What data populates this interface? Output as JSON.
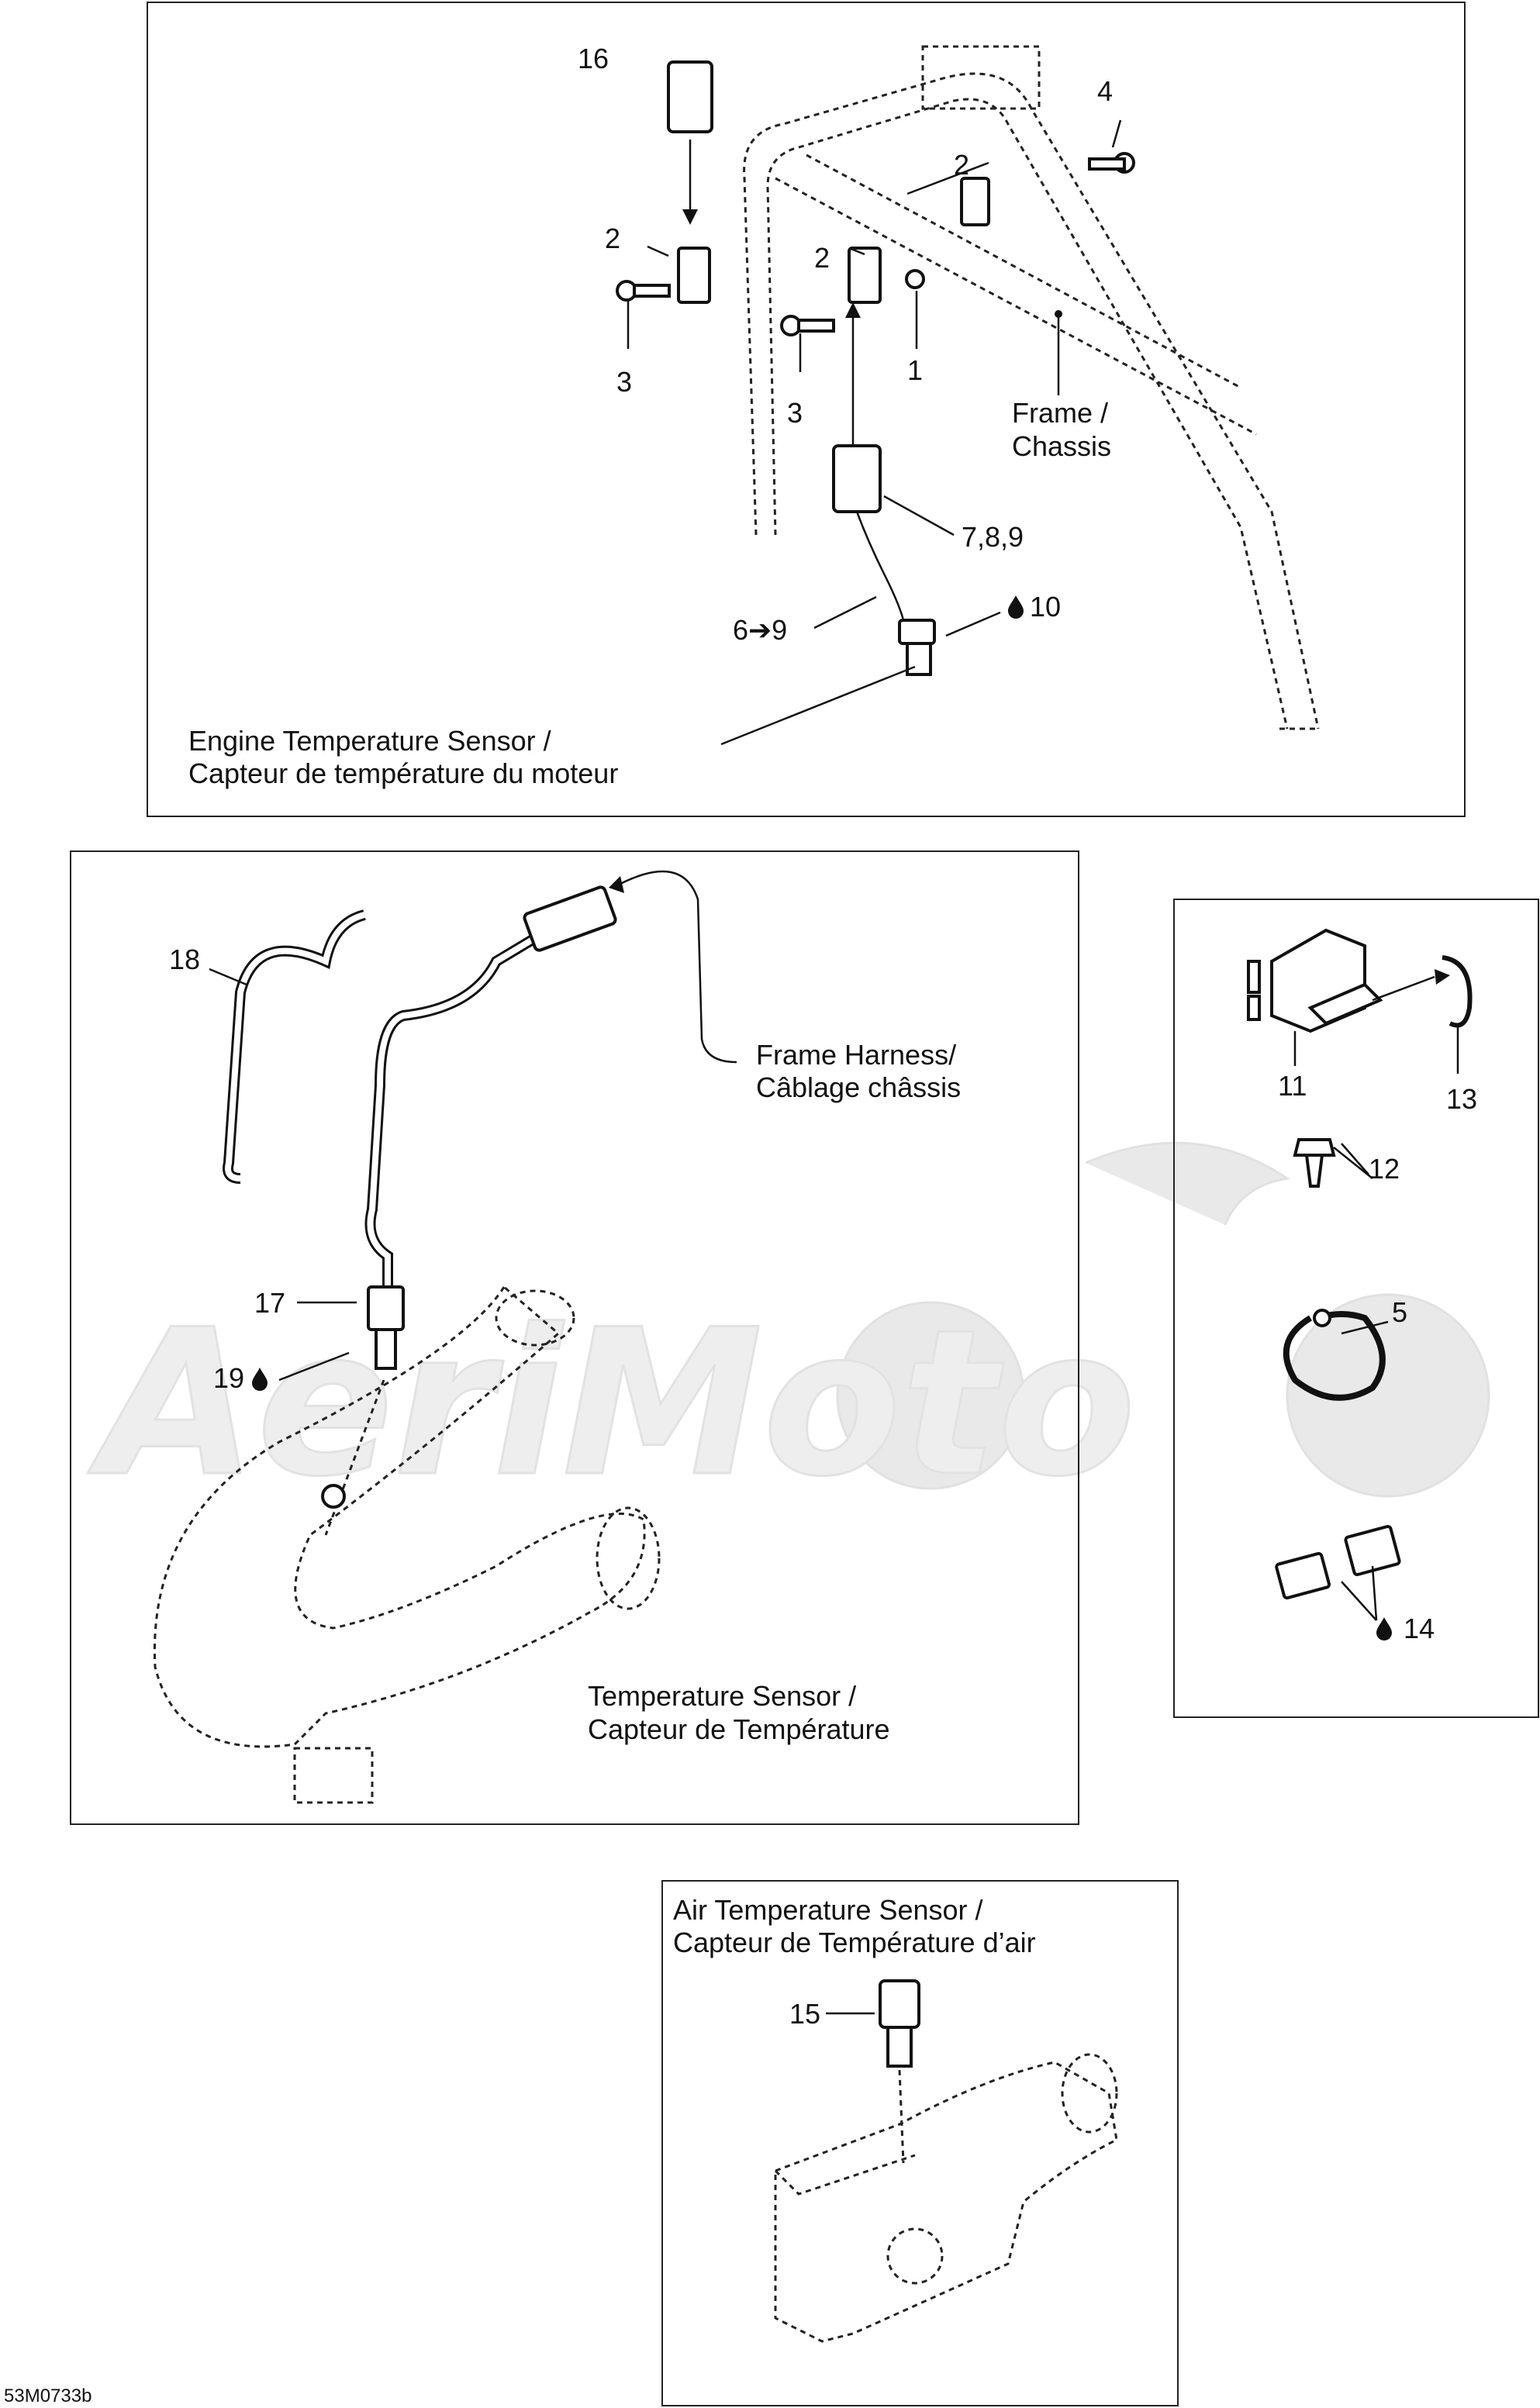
{
  "watermark": "AeriMoto",
  "drawing_code": "53M0733b",
  "panels": {
    "engine": {
      "caption_line1": "Engine Temperature Sensor /",
      "caption_line2": "Capteur de température du moteur",
      "frame_label_line1": "Frame /",
      "frame_label_line2": "Chassis",
      "callouts": {
        "c16": "16",
        "c4": "4",
        "c2a": "2",
        "c2b": "2",
        "c2c": "2",
        "c3a": "3",
        "c3b": "3",
        "c1": "1",
        "c789": "7,8,9",
        "c69": "6➔9",
        "c10": "10"
      }
    },
    "temperature": {
      "caption_line1": "Temperature Sensor /",
      "caption_line2": "Capteur de Température",
      "harness_line1": "Frame Harness/",
      "harness_line2": "Câblage châssis",
      "callouts": {
        "c18": "18",
        "c17": "17",
        "c19": "19"
      }
    },
    "relay": {
      "callouts": {
        "c11": "11",
        "c13": "13",
        "c12": "12",
        "c5": "5",
        "c14": "14"
      }
    },
    "air": {
      "caption_line1": "Air Temperature Sensor /",
      "caption_line2": "Capteur de Température d’air",
      "callouts": {
        "c15": "15"
      }
    }
  }
}
